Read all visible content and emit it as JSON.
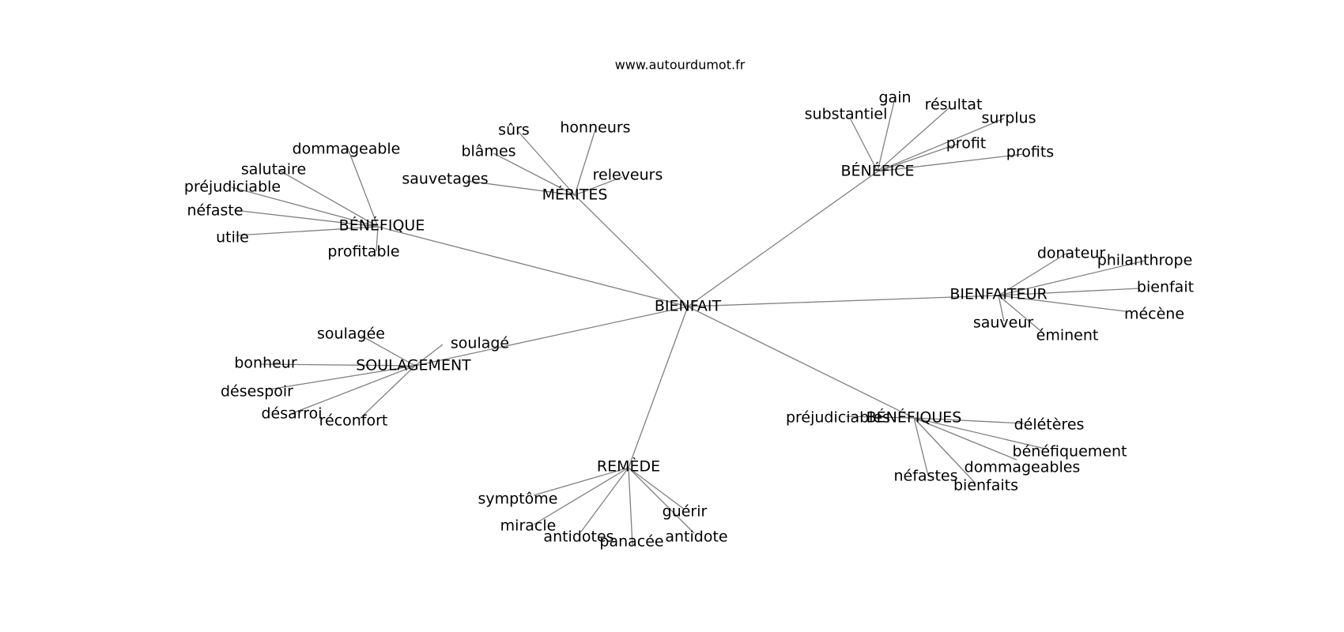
{
  "site": "www.autourdumot.fr",
  "center": "BIENFAIT",
  "clusters": [
    {
      "label": "BÉNÉFIQUE",
      "leaves": [
        "dommageable",
        "salutaire",
        "préjudiciable",
        "néfaste",
        "utile",
        "profitable"
      ]
    },
    {
      "label": "MÉRITES",
      "leaves": [
        "sûrs",
        "honneurs",
        "blâmes",
        "sauvetages",
        "releveurs"
      ]
    },
    {
      "label": "BÉNÉFICE",
      "leaves": [
        "substantiel",
        "gain",
        "résultat",
        "surplus",
        "profit",
        "profits"
      ]
    },
    {
      "label": "BIENFAITEUR",
      "leaves": [
        "donateur",
        "philanthrope",
        "bienfait",
        "mécène",
        "sauveur",
        "éminent"
      ]
    },
    {
      "label": "SOULAGEMENT",
      "leaves": [
        "soulagée",
        "soulagé",
        "bonheur",
        "désespoir",
        "désarroi",
        "réconfort"
      ]
    },
    {
      "label": "BÉNÉFIQUES",
      "leaves": [
        "préjudiciables",
        "délétères",
        "bénéfiquement",
        "dommageables",
        "néfastes",
        "bienfaits"
      ]
    },
    {
      "label": "REMÈDE",
      "leaves": [
        "symptôme",
        "miracle",
        "antidotes",
        "panacée",
        "guérir",
        "antidote"
      ]
    }
  ]
}
